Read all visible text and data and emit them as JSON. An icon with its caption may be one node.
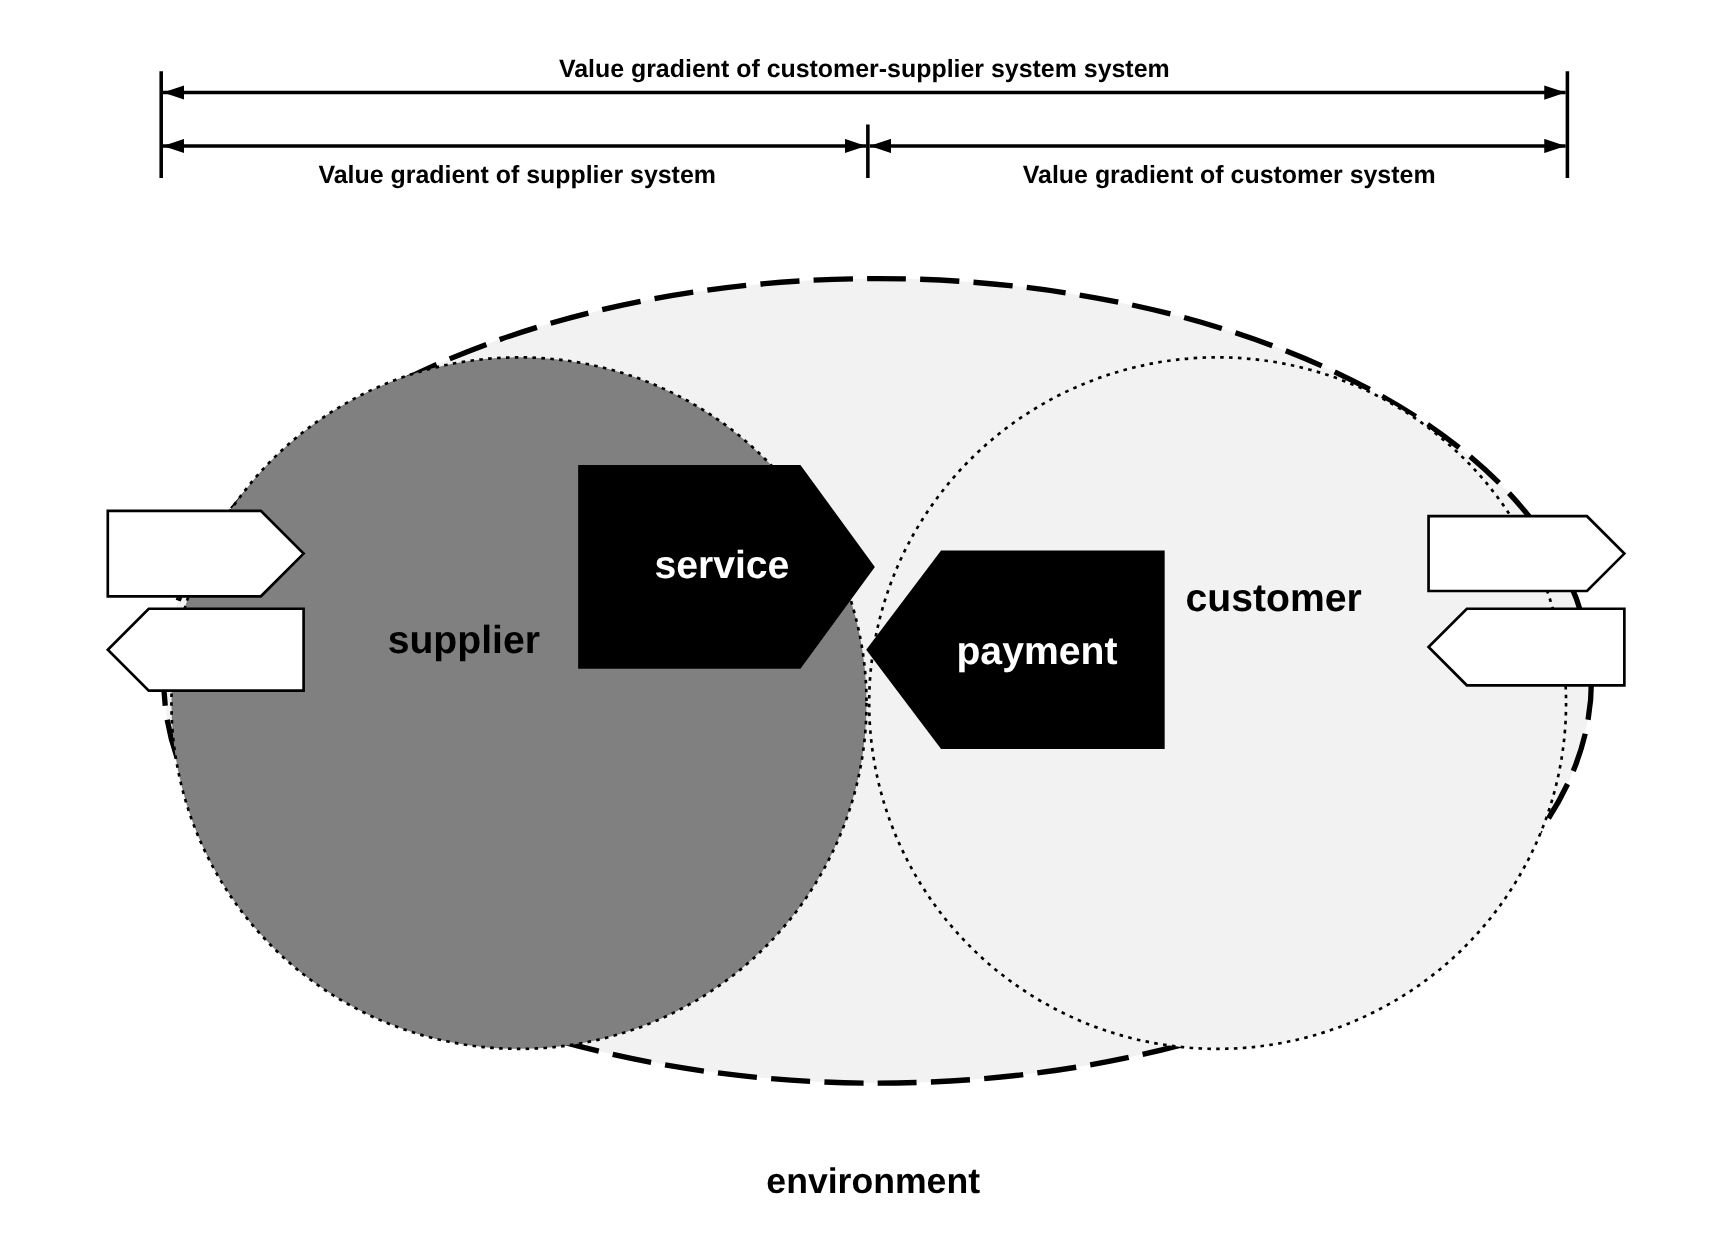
{
  "diagram": {
    "nodes": [
      {
        "text": [
          "environment"
        ]
      },
      {
        "text": [],
        "shape": "pentagon"
      },
      {
        "text": [],
        "shape": "pentagon"
      },
      {
        "text": [
          "supplier"
        ],
        "in": 0
      },
      {
        "text": [
          "service"
        ],
        "in": 3
      },
      {
        "text": [
          "customer"
        ],
        "in": 0
      },
      {
        "text": [
          "payment"
        ],
        "in": 5
      },
      {
        "text": [],
        "shape": "pentagon"
      },
      {
        "text": [],
        "shape": "pentagon"
      }
    ],
    "labels": [
      "Value gradient of customer-supplier system system",
      "Value gradient of supplier system",
      "Value gradient of customer system"
    ]
  }
}
